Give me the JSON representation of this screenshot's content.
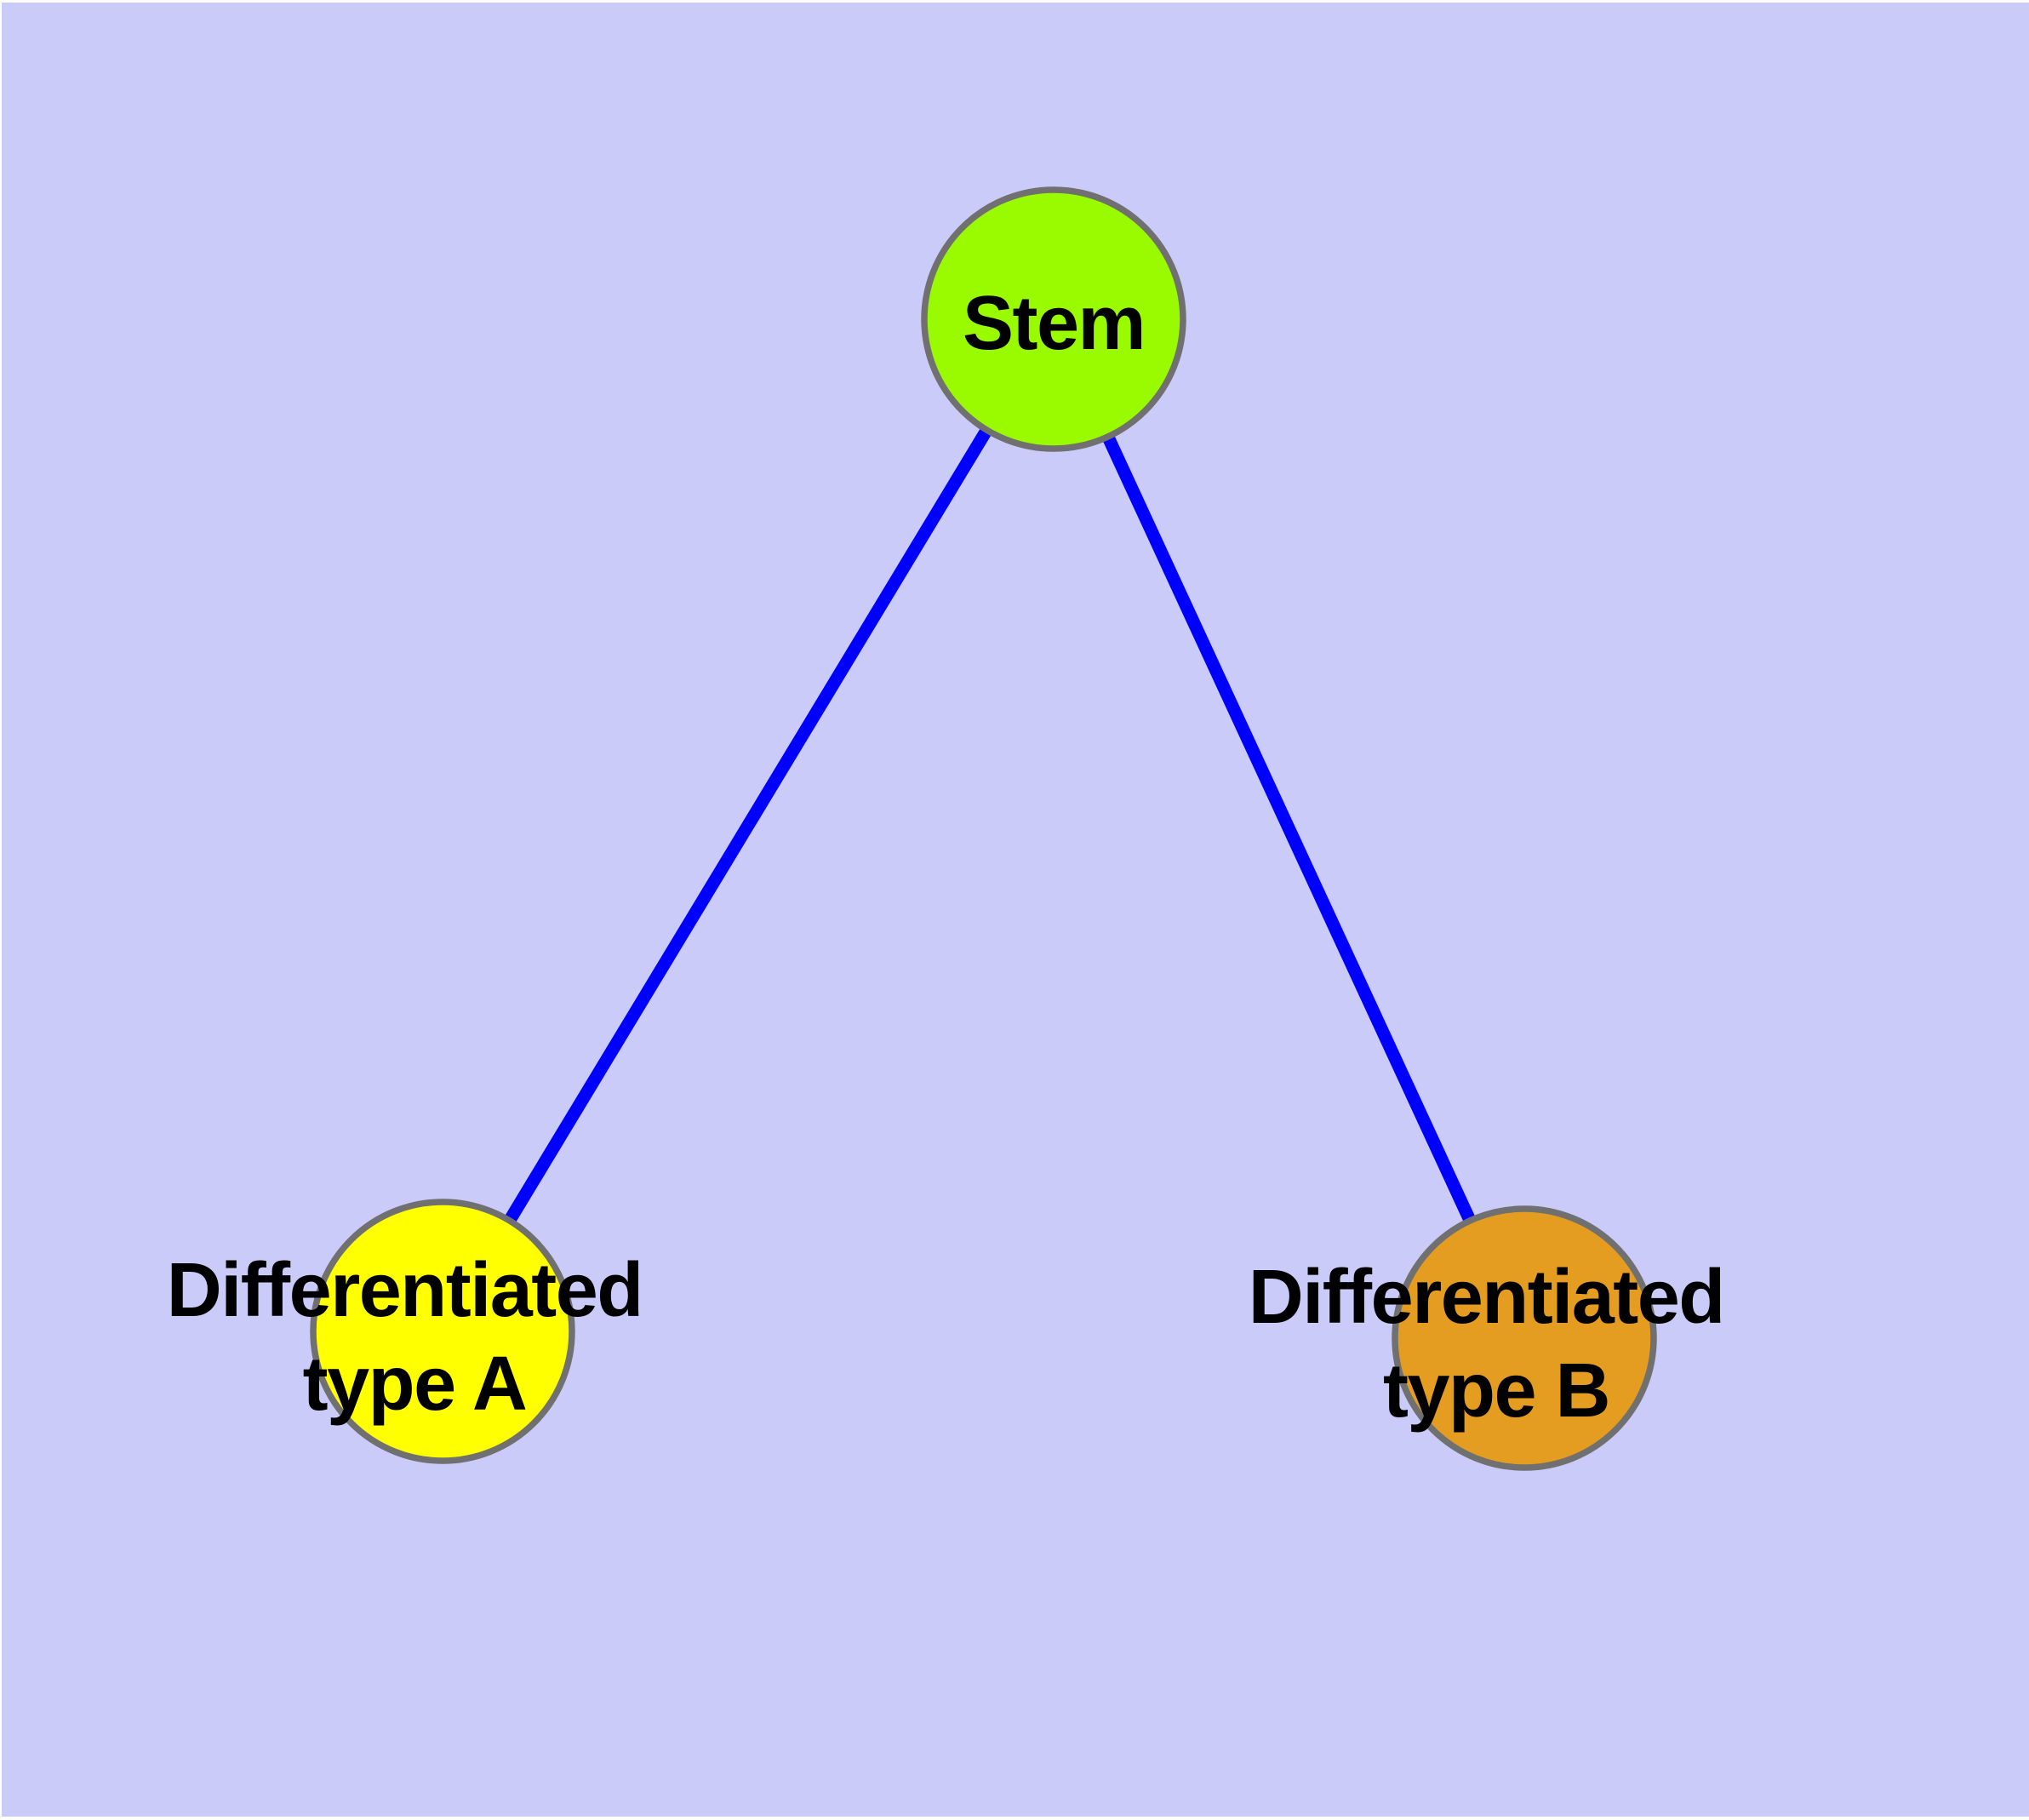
{
  "canvas": {
    "page_background": "#FFFFFF",
    "plot_background": "#CBCBFA"
  },
  "graph": {
    "edge_color": "#0000FF",
    "node_border_color": "#707070",
    "nodes": {
      "stem": {
        "label": "Stem",
        "fill": "#9AFA00"
      },
      "type_a": {
        "label_line1": "Differentiated",
        "label_line2": "type A",
        "fill": "#FFFF00"
      },
      "type_b": {
        "label_line1": "Differentiated",
        "label_line2": "type B",
        "fill": "#E49D20"
      }
    },
    "edges": [
      {
        "from": "Stem",
        "to": "Differentiated type A"
      },
      {
        "from": "Stem",
        "to": "Differentiated type B"
      }
    ]
  }
}
